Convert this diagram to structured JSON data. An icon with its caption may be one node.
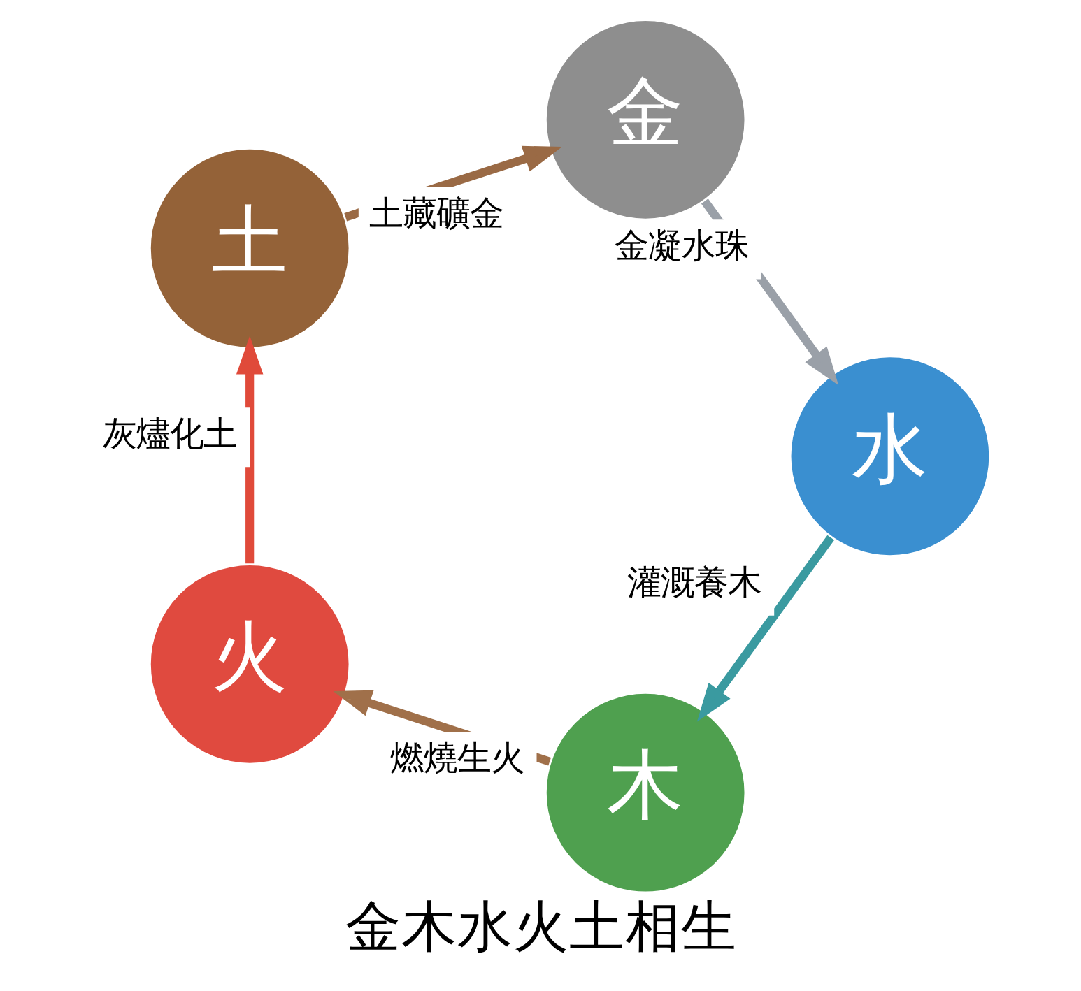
{
  "diagram": {
    "title": "金木水火土相生",
    "nodes": [
      {
        "text": [
          "木"
        ]
      },
      {
        "text": [
          "火"
        ]
      },
      {
        "text": [
          "土"
        ]
      },
      {
        "text": [
          "金"
        ]
      },
      {
        "text": [
          "水"
        ]
      }
    ],
    "edges": [
      {
        "from": 0,
        "to": 1,
        "arrow": "to",
        "label": "燃燒生火",
        "color": "#a0704a"
      },
      {
        "from": 1,
        "to": 2,
        "arrow": "to",
        "label": "灰燼化土",
        "color": "#e04a3a"
      },
      {
        "from": 2,
        "to": 3,
        "arrow": "to",
        "label": "土藏礦金",
        "color": "#9a6a45"
      },
      {
        "from": 3,
        "to": 4,
        "arrow": "to",
        "label": "金凝水珠",
        "color": "#9aa0a8"
      },
      {
        "from": 4,
        "to": 0,
        "arrow": "to",
        "label": "灌溉養木",
        "color": "#3a9aa0"
      }
    ]
  }
}
